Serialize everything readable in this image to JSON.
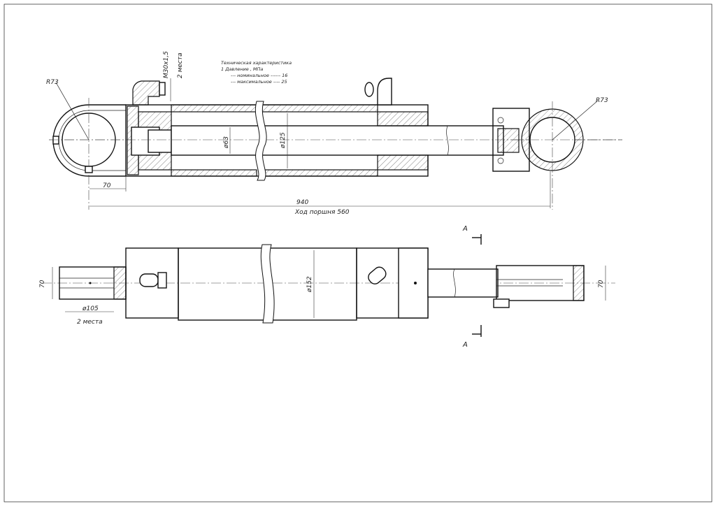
{
  "drawing": {
    "thread_label": "М30х1,5",
    "thread_places": "2 места",
    "spec": {
      "title": "Техническая   характеристика",
      "line1": "1 Давление , МПа",
      "line2": "--- номинальное ------  16",
      "line3": "--- максимальное ----  25"
    },
    "radius_left": "R73",
    "radius_right": "R73",
    "dim_70_top": "70",
    "dim_rod": "ø63",
    "dim_bore": "ø125",
    "dim_total": "940",
    "stroke_label": "Ход поршня  560",
    "section_top": "A",
    "section_bottom": "A",
    "dim_70_left": "70",
    "dim_105": "ø105",
    "places_bottom": "2 места",
    "dim_152": "ø152",
    "dim_70_right": "70"
  }
}
